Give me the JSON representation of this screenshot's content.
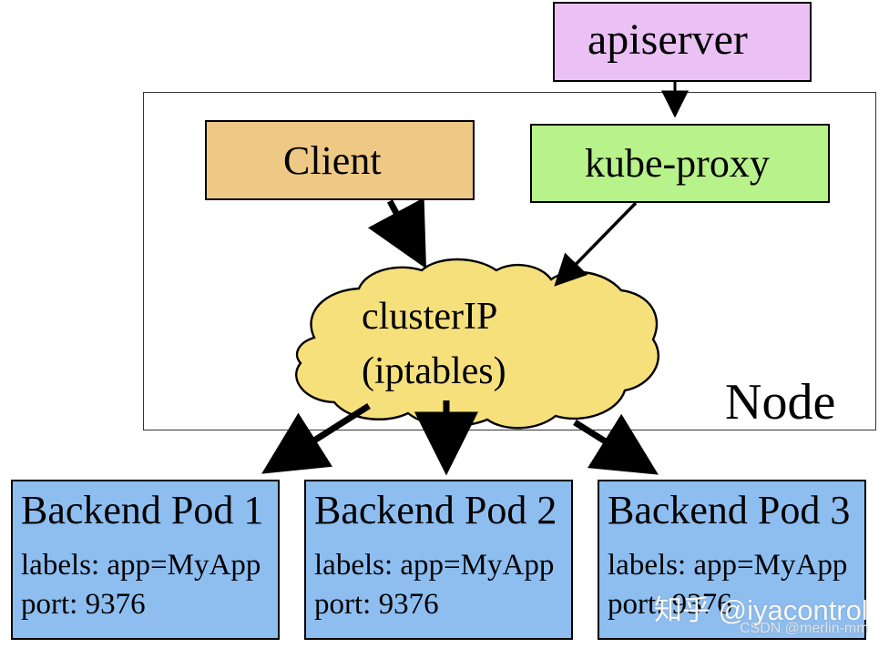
{
  "diagram": {
    "nodes": {
      "apiserver": "apiserver",
      "client": "Client",
      "kube_proxy": "kube-proxy",
      "cluster_ip_line1": "clusterIP",
      "cluster_ip_line2": "(iptables)",
      "node": "Node"
    },
    "pods": [
      {
        "title": "Backend Pod 1",
        "labels": "labels: app=MyApp",
        "port": "port: 9376"
      },
      {
        "title": "Backend Pod 2",
        "labels": "labels: app=MyApp",
        "port": "port: 9376"
      },
      {
        "title": "Backend Pod 3",
        "labels": "labels: app=MyApp",
        "port": "port: 9376"
      }
    ],
    "watermarks": {
      "main": "知乎 @iyacontrol",
      "source": "CSDN @merlin-mm"
    },
    "colors": {
      "apiserver": "#ebc1f5",
      "client": "#eec986",
      "kube_proxy": "#b8f28a",
      "cluster_ip": "#f6e07c",
      "pod": "#8ebef0",
      "node_frame": "#333333",
      "arrow": "#000000"
    },
    "icons": {
      "cluster_ip_shape": "cloud-shape"
    }
  }
}
